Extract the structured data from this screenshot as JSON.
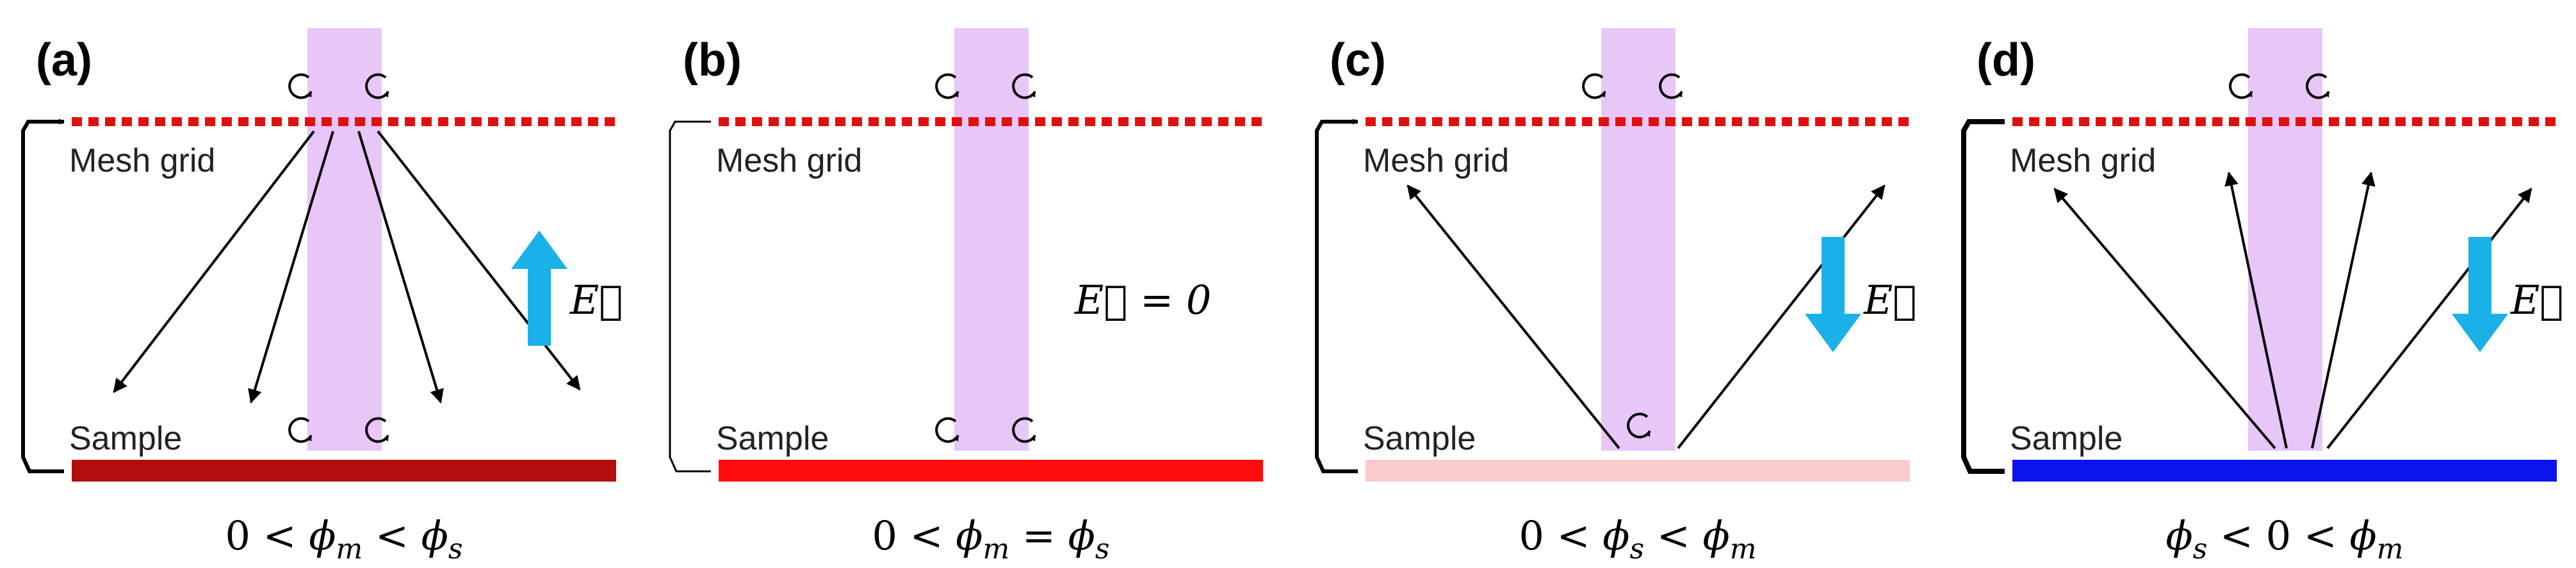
{
  "panels": [
    {
      "letter": "(a)",
      "mesh_label": "Mesh grid",
      "sample_label": "Sample",
      "field_label": "E⃗",
      "field_direction": "up",
      "sample_color": "#b30d0d",
      "condition": "0 < ϕm < ϕs",
      "condition_parts": [
        "0 < ",
        "ϕ",
        "m",
        " < ",
        "ϕ",
        "s"
      ]
    },
    {
      "letter": "(b)",
      "mesh_label": "Mesh grid",
      "sample_label": "Sample",
      "field_label": "E⃗ = 0",
      "field_direction": "none",
      "sample_color": "#ff0d0d",
      "condition": "0 < ϕm = ϕs",
      "condition_parts": [
        "0 < ",
        "ϕ",
        "m",
        " = ",
        "ϕ",
        "s"
      ]
    },
    {
      "letter": "(c)",
      "mesh_label": "Mesh grid",
      "sample_label": "Sample",
      "field_label": "E⃗",
      "field_direction": "down",
      "sample_color": "#fbcaca",
      "condition": "0 < ϕs < ϕm",
      "condition_parts": [
        "0 < ",
        "ϕ",
        "s",
        " < ",
        "ϕ",
        "m"
      ]
    },
    {
      "letter": "(d)",
      "mesh_label": "Mesh grid",
      "sample_label": "Sample",
      "field_label": "E⃗",
      "field_direction": "down",
      "sample_color": "#0a14f0",
      "condition": "ϕs < 0 < ϕm",
      "condition_parts": [
        "ϕ",
        "s",
        " < 0 < ",
        "ϕ",
        "m",
        ""
      ]
    }
  ],
  "colors": {
    "mesh_dots": "#e01010",
    "beam": "#e8c6f8",
    "field_arrow": "#1ab0e8",
    "electron_arrows": "#000000"
  }
}
